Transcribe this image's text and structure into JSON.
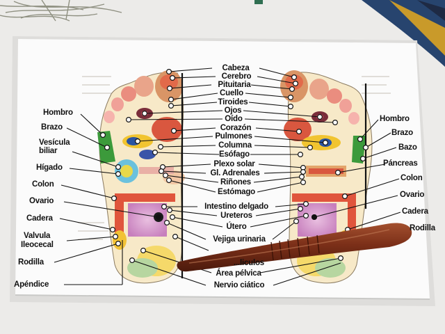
{
  "center_labels": [
    "Cabeza",
    "Cerebro",
    "Pituitaria",
    "Cuello",
    "Tiroides",
    "Ojos",
    "Oído",
    "Corazón",
    "Pulmones",
    "Columna",
    "Esófago",
    "Plexo solar",
    "Gl. Adrenales",
    "Riñones",
    "Estómago",
    "Intestino delgado",
    "Ureteros",
    "Útero",
    "Vejiga urinaria",
    "Área pélvica",
    "Nervio ciático"
  ],
  "center_partial": "...liculos",
  "left_labels": {
    "hombro": "Hombro",
    "brazo": "Brazo",
    "vesicula_1": "Vesícula",
    "vesicula_2": "biliar",
    "higado": "Hígado",
    "colon": "Colon",
    "ovario": "Ovario",
    "cadera": "Cadera",
    "valvula_1": "Valvula",
    "valvula_2": "Ileocecal",
    "rodilla": "Rodilla",
    "apendice": "Apéndice"
  },
  "right_labels": {
    "hombro": "Hombro",
    "brazo": "Brazo",
    "bazo": "Bazo",
    "pancreas": "Páncreas",
    "colon": "Colon",
    "ovario": "Ovario",
    "cadera": "Cadera",
    "rodilla": "Rodilla"
  },
  "colors": {
    "background": "#ecebe9",
    "paper": "#ffffff",
    "stick": "#7a2f19",
    "label_text": "#111111"
  }
}
